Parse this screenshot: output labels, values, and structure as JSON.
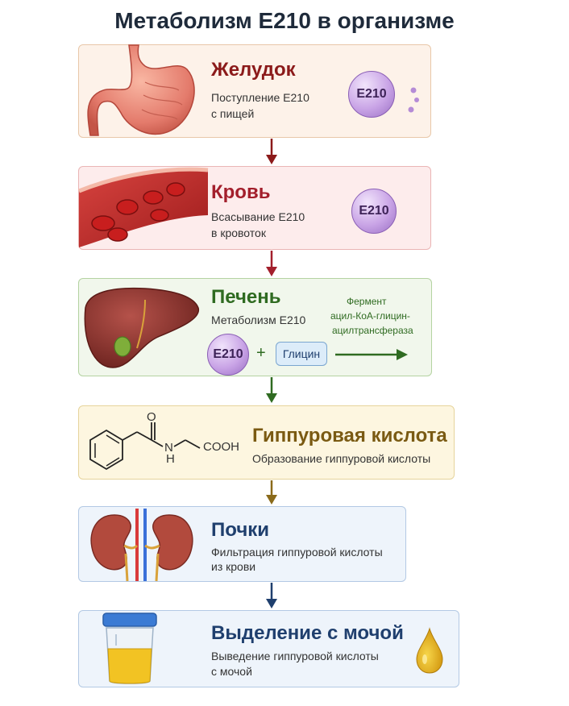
{
  "title": "Метаболизм E210 в организме",
  "steps": [
    {
      "title": "Желудок",
      "desc1": "Поступление E210",
      "desc2": "с пищей",
      "badge": "E210"
    },
    {
      "title": "Кровь",
      "desc1": "Всасывание E210",
      "desc2": "в кровоток",
      "badge": "E210"
    },
    {
      "title": "Печень",
      "desc1": "Метаболизм E210",
      "badge": "E210",
      "plus": "+",
      "glycine": "Глицин",
      "enzyme1": "Фермент",
      "enzyme2": "ацил-КоА-глицин-",
      "enzyme3": "ацилтрансфераза"
    },
    {
      "title": "Гиппуровая кислота",
      "desc1": "Образование гиппуровой кислоты",
      "atom_o": "O",
      "atom_nh_n": "N",
      "atom_nh_h": "H",
      "group": "COOH"
    },
    {
      "title": "Почки",
      "desc1": "Фильтрация гиппуровой кислоты",
      "desc2": "из крови"
    },
    {
      "title": "Выделение с мочой",
      "desc1": "Выведение гиппуровой кислоты",
      "desc2": "с мочой"
    }
  ],
  "colors": {
    "title": "#1e2a3a",
    "stomach": "#8b1a1a",
    "blood": "#a31f2c",
    "liver": "#2f6b21",
    "hippuric": "#7a5a12",
    "kidney": "#1f3f6e",
    "urine": "#1f3f6e"
  },
  "icons": [
    "stomach-icon",
    "blood-vessel-icon",
    "liver-icon",
    "benzene-structure-icon",
    "kidneys-icon",
    "urine-container-icon",
    "drop-icon"
  ]
}
